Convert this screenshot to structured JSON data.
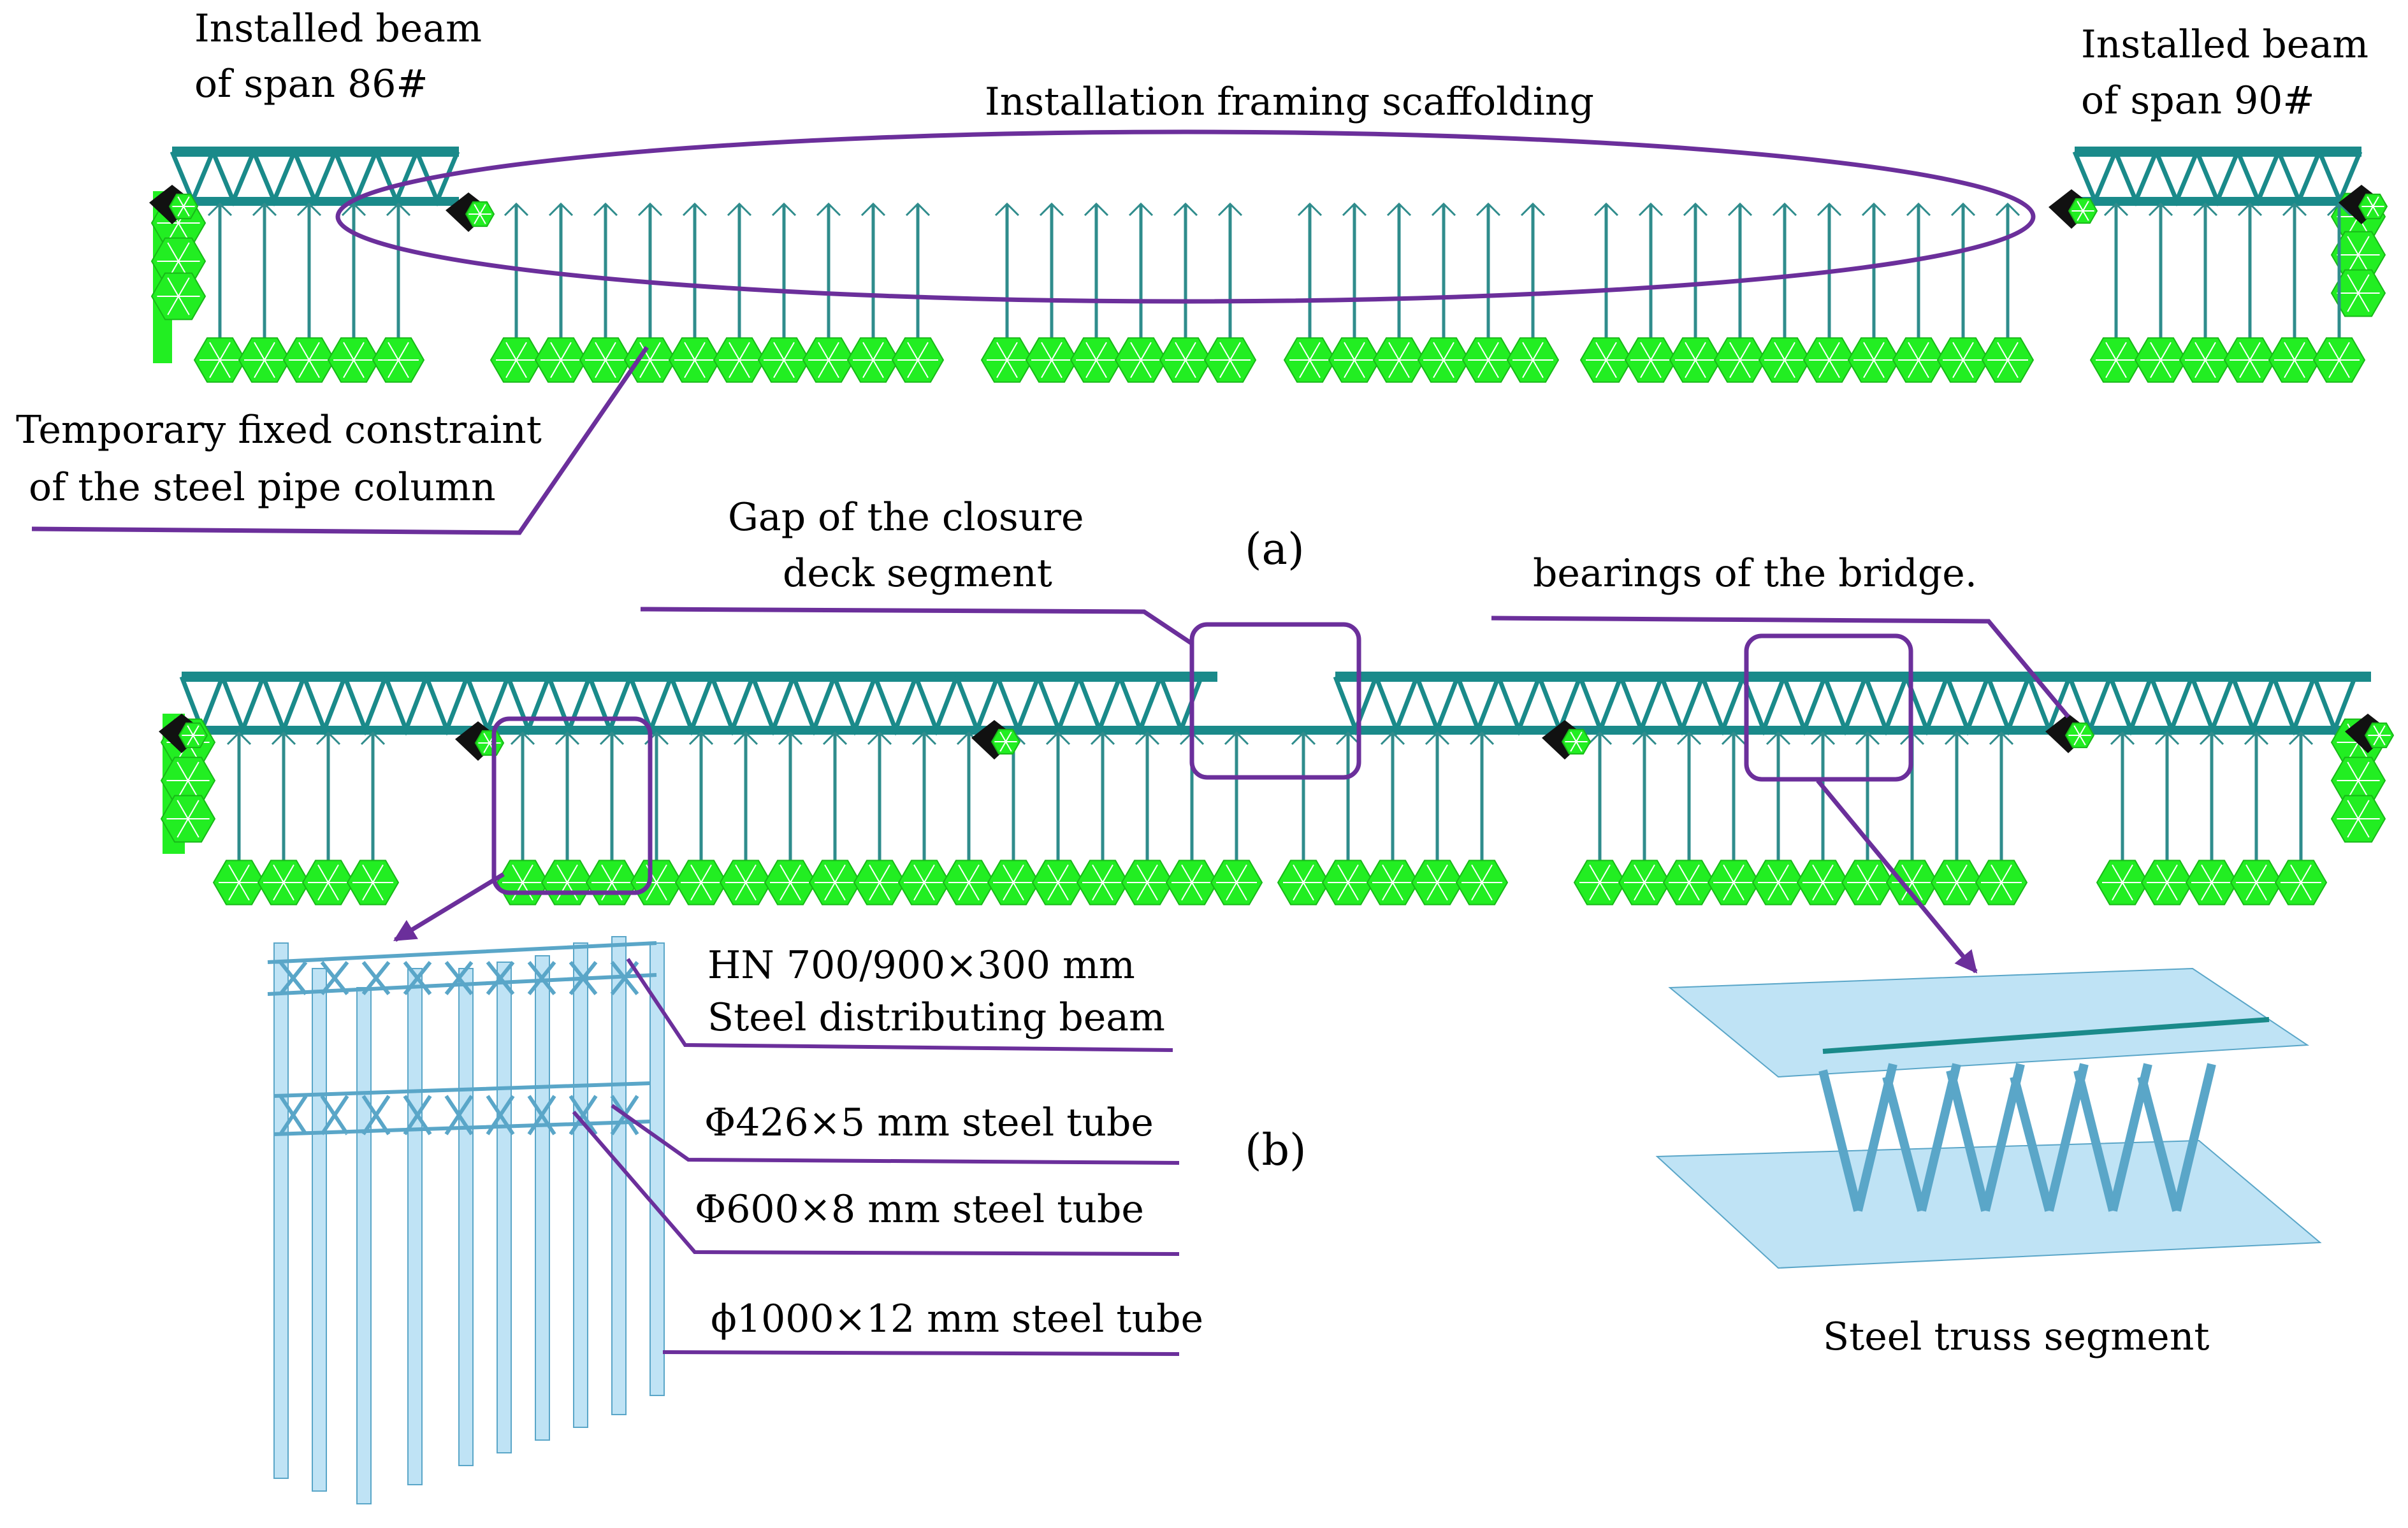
{
  "panel_a": {
    "tag": "(a)",
    "label_span86_line1": "Installed beam",
    "label_span86_line2": "of span 86#",
    "label_span90_line1": "Installed beam",
    "label_span90_line2": "of span 90#",
    "label_scaffolding": "Installation framing scaffolding",
    "label_constraint_line1": "Temporary fixed constraint",
    "label_constraint_line2": "of the steel pipe column"
  },
  "panel_b": {
    "tag": "(b)",
    "label_gap_line1": "Gap of the closure",
    "label_gap_line2": "deck segment",
    "label_bearings": "bearings of the bridge.",
    "label_hn_line1": "HN 700/900×300 mm",
    "label_hn_line2": "Steel distributing beam",
    "label_tube426": "Φ426×5 mm steel tube",
    "label_tube600": "Φ600×8 mm steel tube",
    "label_tube1000": "ϕ1000×12 mm steel tube",
    "label_segment": "Steel truss segment"
  },
  "colors": {
    "truss": "#1a8a8a",
    "column": "#2f8c8c",
    "foundation": "#22ee22",
    "callout": "#6b2f9b",
    "bearing": "#111111",
    "model": "#bfe3f5",
    "model_edge": "#5aa6c8"
  }
}
